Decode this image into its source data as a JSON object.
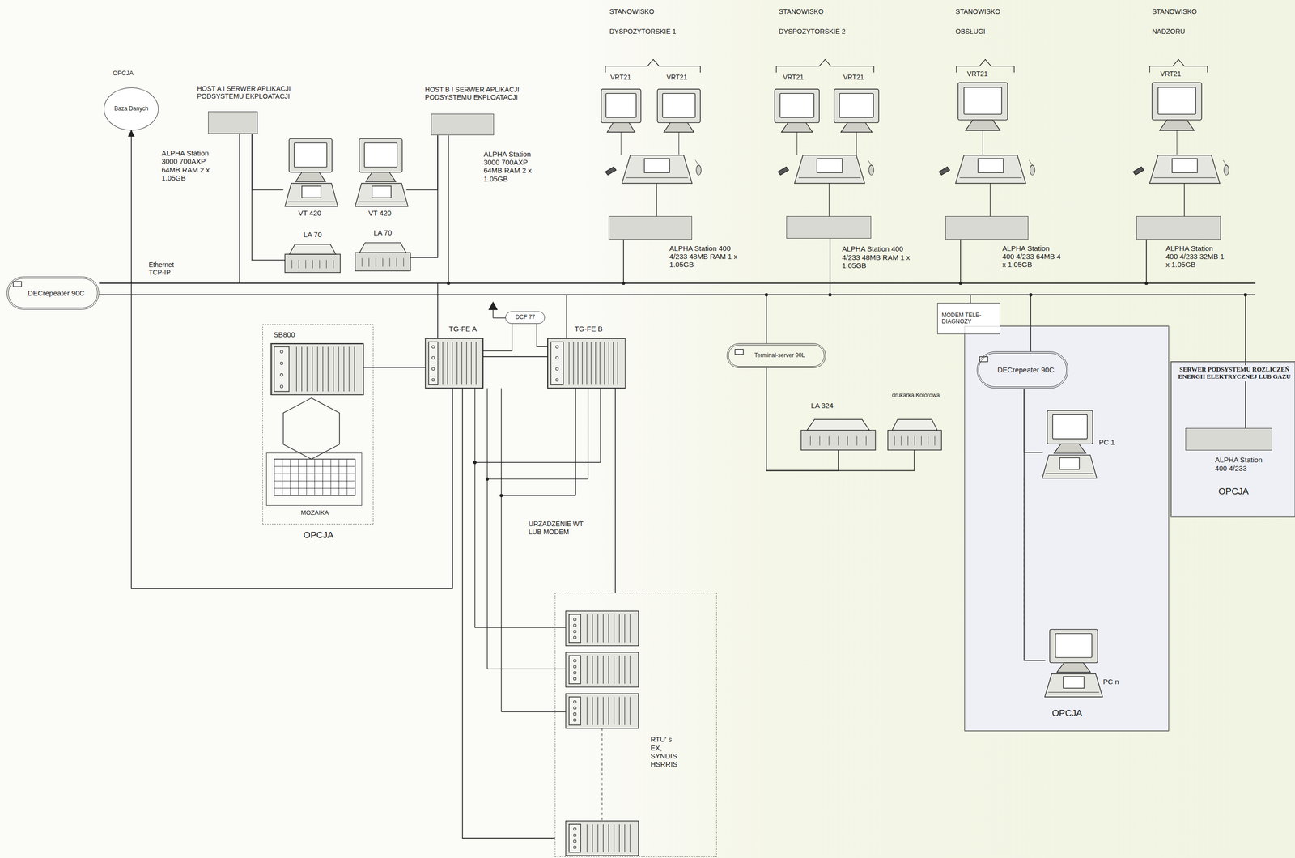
{
  "diagram": {
    "nodes": [
      {
        "text": [
          "OPCJA",
          "Baza Danych"
        ]
      },
      {
        "text": [
          "HOST A I SERWER APLIKACJI PODSYSTEMU EKPLOATACJI",
          "ALPHA Station 3000 700AXP 64MB RAM 2 x 1.05GB"
        ]
      },
      {
        "text": [
          "HOST B I SERWER APLIKACJI PODSYSTEMU EKPLOATACJI",
          "ALPHA Station 3000 700AXP 64MB RAM 2 x 1.05GB"
        ]
      },
      {
        "text": [
          "VT 420"
        ]
      },
      {
        "text": [
          "VT 420"
        ]
      },
      {
        "text": [
          "LA 70"
        ]
      },
      {
        "text": [
          "LA 70"
        ]
      },
      {
        "text": [
          "DECrepeater 90C"
        ]
      },
      {
        "text": [
          "OPCJA"
        ]
      },
      {
        "text": [
          "SB800"
        ],
        "in": 8
      },
      {
        "text": [
          "MOZAIKA"
        ],
        "in": 8
      },
      {
        "text": [
          "TG-FE A"
        ]
      },
      {
        "text": [
          "TG-FE B"
        ]
      },
      {
        "text": [
          "DCF 77"
        ]
      },
      {
        "text": [
          "RTU' s EX, SYNDIS HSRRIS"
        ]
      },
      {
        "text": [
          "ALPHA Station 400 4/233 48MB RAM 1 x 1.05GB"
        ]
      },
      {
        "text": [
          "ALPHA Station 400 4/233 48MB RAM 1 x 1.05GB"
        ]
      },
      {
        "text": [
          "ALPHA Station 400 4/233 64MB 4 x 1.05GB"
        ]
      },
      {
        "text": [
          "ALPHA Station 400 4/233 32MB 1 x 1.05GB"
        ]
      },
      {
        "text": [
          "Terminal-server 90L"
        ]
      },
      {
        "text": [
          "LA 324"
        ]
      },
      {
        "text": [
          "drukarka Kolorowa"
        ]
      },
      {
        "text": [
          "MODEM TELE-DIAGNOZY"
        ]
      },
      {
        "text": [
          "OPCJA"
        ]
      },
      {
        "text": [
          "DECrepeater 90C"
        ],
        "in": 23
      },
      {
        "text": [
          "PC 1"
        ],
        "in": 23
      },
      {
        "text": [
          "PC n"
        ],
        "in": 23
      },
      {
        "text": [
          "SERWER PODSYSTEMU ROZLICZEŃ ENERGII ELEKTRYCZNEJ LUB GAZU",
          "OPCJA"
        ]
      },
      {
        "text": [
          "ALPHA Station 400 4/233"
        ],
        "in": 27
      }
    ],
    "edges": [
      {
        "from": 7,
        "to": 1,
        "arrow": "none"
      },
      {
        "from": 7,
        "to": 2,
        "arrow": "none"
      },
      {
        "from": 7,
        "to": 11,
        "arrow": "none"
      },
      {
        "from": 7,
        "to": 12,
        "arrow": "none"
      },
      {
        "from": 7,
        "to": 15,
        "arrow": "none"
      },
      {
        "from": 7,
        "to": 19,
        "arrow": "none"
      },
      {
        "from": 7,
        "to": 16,
        "arrow": "none"
      },
      {
        "from": 7,
        "to": 17,
        "arrow": "none"
      },
      {
        "from": 7,
        "to": 22,
        "arrow": "none"
      },
      {
        "from": 7,
        "to": 24,
        "arrow": "none"
      },
      {
        "from": 7,
        "to": 18,
        "arrow": "none"
      },
      {
        "from": 7,
        "to": 28,
        "arrow": "none"
      },
      {
        "from": 11,
        "to": 0,
        "arrow": "to"
      },
      {
        "from": 9,
        "to": 11,
        "arrow": "none"
      },
      {
        "from": 11,
        "to": 12,
        "arrow": "none"
      },
      {
        "from": 13,
        "to": 11,
        "arrow": "none"
      },
      {
        "from": 13,
        "to": 12,
        "arrow": "none"
      },
      {
        "from": 11,
        "to": 14,
        "arrow": "none"
      },
      {
        "from": 12,
        "to": 14,
        "arrow": "none"
      },
      {
        "from": 19,
        "to": 20,
        "arrow": "none"
      },
      {
        "from": 19,
        "to": 21,
        "arrow": "none"
      },
      {
        "from": 24,
        "to": 25,
        "arrow": "none"
      },
      {
        "from": 24,
        "to": 26,
        "arrow": "none"
      },
      {
        "from": 1,
        "to": 3,
        "arrow": "none"
      },
      {
        "from": 1,
        "to": 5,
        "arrow": "none"
      },
      {
        "from": 2,
        "to": 4,
        "arrow": "none"
      },
      {
        "from": 2,
        "to": 6,
        "arrow": "none"
      }
    ],
    "labels": [
      "Ethernet TCP-IP",
      "STANOWISKO DYSPOZYTORSKIE 1",
      "VRT21",
      "VRT21",
      "STANOWISKO DYSPOZYTORSKIE 2",
      "VRT21",
      "VRT21",
      "STANOWISKO OBSŁUGI",
      "VRT21",
      "STANOWISKO NADZORU",
      "VRT21",
      "URZADZENIE WT LUB MODEM"
    ]
  }
}
